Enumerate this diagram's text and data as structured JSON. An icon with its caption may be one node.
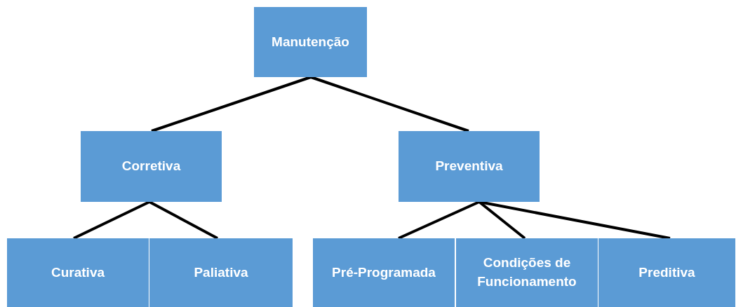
{
  "diagram": {
    "nodes": [
      {
        "text": [
          "Manutenção"
        ]
      },
      {
        "text": [
          "Corretiva"
        ]
      },
      {
        "text": [
          "Preventiva"
        ]
      },
      {
        "text": [
          "Curativa"
        ]
      },
      {
        "text": [
          "Paliativa"
        ]
      },
      {
        "text": [
          "Pré-Programada"
        ]
      },
      {
        "text": [
          "Condições de Funcionamento"
        ]
      },
      {
        "text": [
          "Preditiva"
        ]
      }
    ],
    "edges": [
      {
        "from": 0,
        "to": 1,
        "arrow": "none"
      },
      {
        "from": 0,
        "to": 2,
        "arrow": "none"
      },
      {
        "from": 1,
        "to": 3,
        "arrow": "none"
      },
      {
        "from": 1,
        "to": 4,
        "arrow": "none"
      },
      {
        "from": 2,
        "to": 5,
        "arrow": "none"
      },
      {
        "from": 2,
        "to": 6,
        "arrow": "none"
      },
      {
        "from": 2,
        "to": 7,
        "arrow": "none"
      }
    ]
  }
}
